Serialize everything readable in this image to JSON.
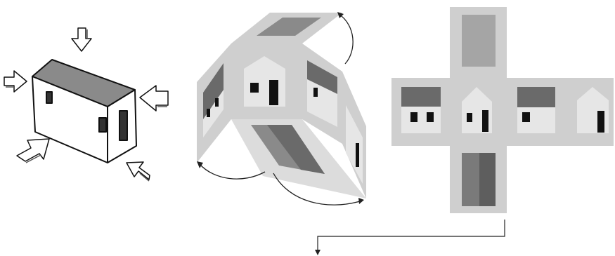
{
  "figure": {
    "panels": [
      {
        "id": "sketch",
        "label": ""
      },
      {
        "id": "unfolding-box",
        "label": ""
      },
      {
        "id": "flat-net",
        "label": ""
      }
    ]
  },
  "colors": {
    "background": "#ffffff",
    "frame": "#cfcfcf",
    "inner": "#e6e6e6",
    "roof": "#7a7a7a",
    "roof_light": "#b0b0b0",
    "dark": "#111111",
    "arrow": "#222222",
    "floor_dark": "#6a6a6a",
    "floor_mid": "#8a8a8a"
  }
}
